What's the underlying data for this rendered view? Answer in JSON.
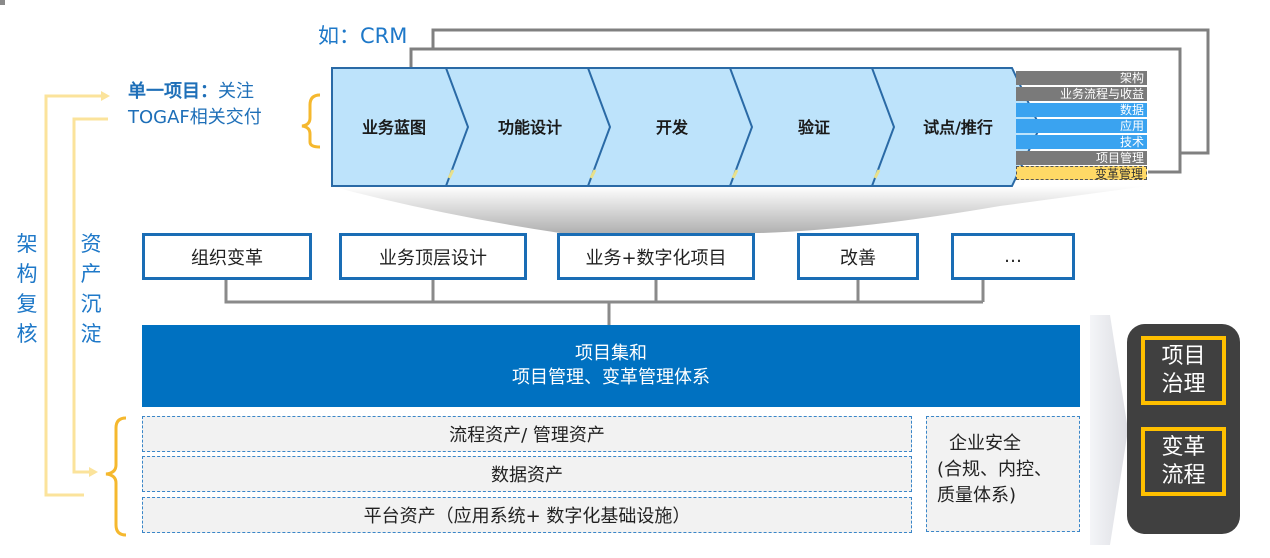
{
  "example_label": "如：CRM",
  "single_project": {
    "bold": "单一项目：",
    "rest": "关注",
    "line2": "TOGAF相关交付"
  },
  "side_labels": {
    "architecture_review": [
      "架",
      "构",
      "复",
      "核"
    ],
    "asset_accumulation": [
      "资",
      "产",
      "沉",
      "淀"
    ]
  },
  "phases": [
    "业务蓝图",
    "功能设计",
    "开发",
    "验证",
    "试点/推行"
  ],
  "phase_stack": [
    {
      "label": "架构",
      "kind": "gray"
    },
    {
      "label": "业务流程与收益",
      "kind": "gray"
    },
    {
      "label": "数据",
      "kind": "blue"
    },
    {
      "label": "应用",
      "kind": "blue"
    },
    {
      "label": "技术",
      "kind": "blue"
    },
    {
      "label": "项目管理",
      "kind": "gray"
    },
    {
      "label": "变革管理",
      "kind": "yellow"
    }
  ],
  "initiatives": [
    "组织变革",
    "业务顶层设计",
    "业务+数字化项目",
    "改善",
    "…"
  ],
  "portfolio": {
    "line1": "项目集和",
    "line2": "项目管理、变革管理体系"
  },
  "assets": [
    "流程资产/ 管理资产",
    "数据资产",
    "平台资产（应用系统+ 数字化基础设施）"
  ],
  "security": {
    "line1": "企业安全",
    "line2": "(合规、内控、",
    "line3": "质量体系)"
  },
  "governance": [
    {
      "line1": "项目",
      "line2": "治理"
    },
    {
      "line1": "变革",
      "line2": "流程"
    }
  ],
  "colors": {
    "accent_blue": "#0071c1",
    "text_blue": "#1e78c8",
    "chevron_fill": "#bde3fb",
    "highlight_yellow": "#ffc000",
    "arrow_yellow": "#fbe39b",
    "panel_dark": "#404040"
  }
}
